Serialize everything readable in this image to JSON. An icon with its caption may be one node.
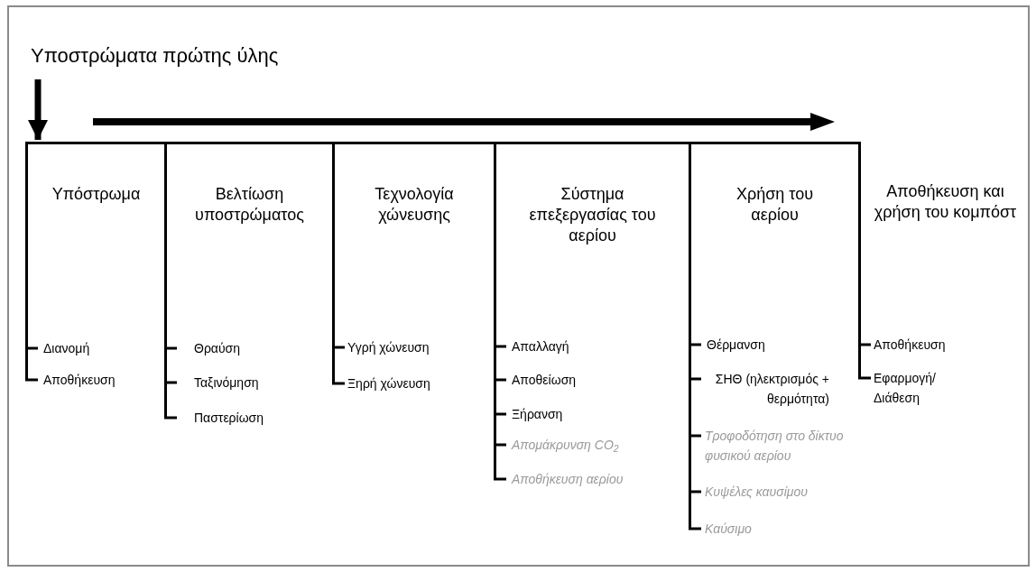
{
  "diagram": {
    "nodes": [
      {
        "text": [
          "Υποστρώματα πρώτης ύλης"
        ]
      },
      {
        "text": [
          "Υπόστρωμα"
        ]
      },
      {
        "text": [
          "Διανομή"
        ]
      },
      {
        "text": [
          "Αποθήκευση"
        ]
      },
      {
        "text": [
          "Βελτίωση υποστρώματος"
        ]
      },
      {
        "text": [
          "Θραύση"
        ]
      },
      {
        "text": [
          "Ταξινόμηση"
        ]
      },
      {
        "text": [
          "Παστερίωση"
        ]
      },
      {
        "text": [
          "Τεχνολογία χώνευσης"
        ]
      },
      {
        "text": [
          "Υγρή χώνευση"
        ]
      },
      {
        "text": [
          "Ξηρή χώνευση"
        ]
      },
      {
        "text": [
          "Σύστημα επεξεργασίας του αερίου"
        ]
      },
      {
        "text": [
          "Απαλλαγή"
        ]
      },
      {
        "text": [
          "Αποθείωση"
        ]
      },
      {
        "text": [
          "Ξήρανση"
        ]
      },
      {
        "text": [
          "Απομάκρυνση CO$_{2}$"
        ]
      },
      {
        "text": [
          "Αποθήκευση αερίου"
        ]
      },
      {
        "text": [
          "Χρήση του αερίου"
        ]
      },
      {
        "text": [
          "Θέρμανση"
        ]
      },
      {
        "text": [
          "ΣΗΘ (ηλεκτρισμός + θερμότητα)"
        ]
      },
      {
        "text": [
          "Τροφοδότηση στο δίκτυο φυσικού αερίου"
        ]
      },
      {
        "text": [
          "Κυψέλες καυσίμου"
        ]
      },
      {
        "text": [
          "Καύσιμο"
        ]
      },
      {
        "text": [
          "Αποθήκευση και χρήση του κομπόστ"
        ]
      },
      {
        "text": [
          "Αποθήκευση"
        ]
      },
      {
        "text": [
          "Εφαρμογή/ Διάθεση"
        ]
      }
    ],
    "edges": [
      {
        "from": 0,
        "to": 1,
        "arrow": "to",
        "style": "thick"
      },
      {
        "from": 1,
        "to": 2,
        "arrow": "none"
      },
      {
        "from": 1,
        "to": 3,
        "arrow": "none"
      },
      {
        "from": 4,
        "to": 5,
        "arrow": "none"
      },
      {
        "from": 4,
        "to": 6,
        "arrow": "none"
      },
      {
        "from": 4,
        "to": 7,
        "arrow": "none"
      },
      {
        "from": 8,
        "to": 9,
        "arrow": "none"
      },
      {
        "from": 8,
        "to": 10,
        "arrow": "none"
      },
      {
        "from": 11,
        "to": 12,
        "arrow": "none"
      },
      {
        "from": 11,
        "to": 13,
        "arrow": "none"
      },
      {
        "from": 11,
        "to": 14,
        "arrow": "none"
      },
      {
        "from": 11,
        "to": 15,
        "arrow": "none"
      },
      {
        "from": 11,
        "to": 16,
        "arrow": "none"
      },
      {
        "from": 17,
        "to": 18,
        "arrow": "none"
      },
      {
        "from": 17,
        "to": 19,
        "arrow": "none"
      },
      {
        "from": 17,
        "to": 20,
        "arrow": "none"
      },
      {
        "from": 17,
        "to": 21,
        "arrow": "none"
      },
      {
        "from": 17,
        "to": 22,
        "arrow": "none"
      },
      {
        "from": 23,
        "to": 24,
        "arrow": "none"
      },
      {
        "from": 23,
        "to": 25,
        "arrow": "none"
      }
    ]
  }
}
